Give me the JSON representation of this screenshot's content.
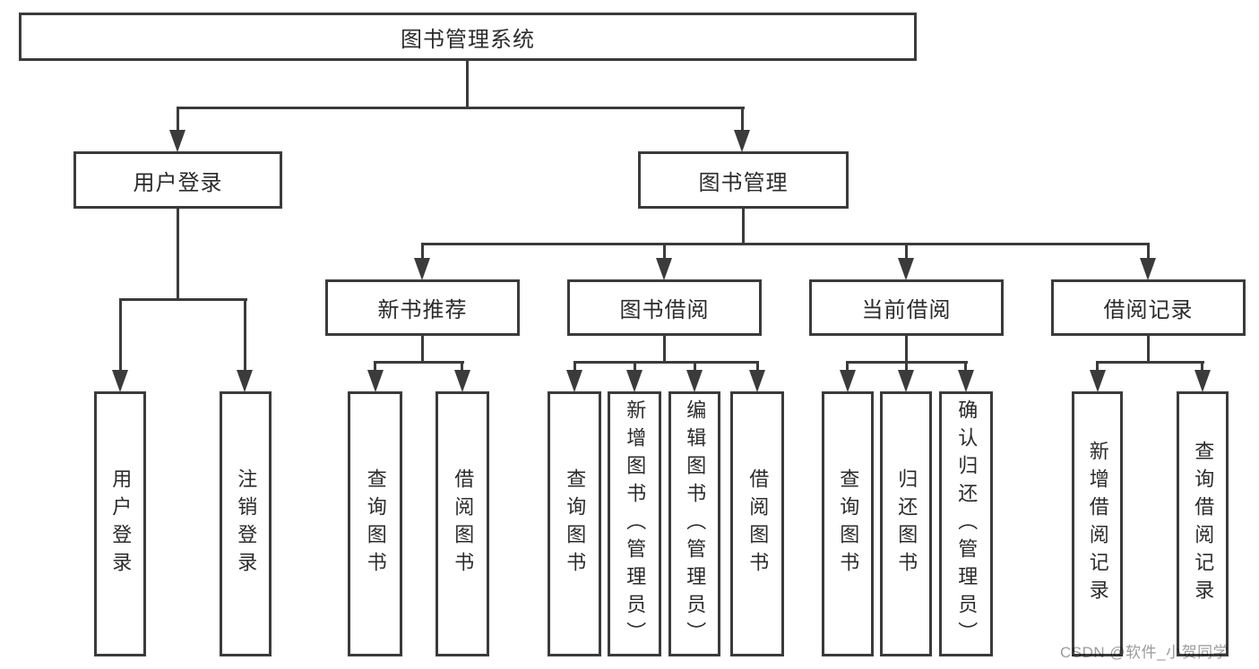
{
  "diagram": {
    "root": {
      "label": "图书管理系统"
    },
    "user_login": {
      "label": "用户登录",
      "children": [
        {
          "label": "用户登录"
        },
        {
          "label": "注销登录"
        }
      ]
    },
    "book_management": {
      "label": "图书管理",
      "sections": [
        {
          "label": "新书推荐",
          "children": [
            {
              "label": "查询图书"
            },
            {
              "label": "借阅图书"
            }
          ]
        },
        {
          "label": "图书借阅",
          "children": [
            {
              "label": "查询图书"
            },
            {
              "label": "新增图书（管理员）"
            },
            {
              "label": "编辑图书（管理员）"
            },
            {
              "label": "借阅图书"
            }
          ]
        },
        {
          "label": "当前借阅",
          "children": [
            {
              "label": "查询图书"
            },
            {
              "label": "归还图书"
            },
            {
              "label": "确认归还（管理员）"
            }
          ]
        },
        {
          "label": "借阅记录",
          "children": [
            {
              "label": "新增借阅记录"
            },
            {
              "label": "查询借阅记录"
            }
          ]
        }
      ]
    }
  },
  "watermark": {
    "text": "CSDN @软件_小贺同学"
  },
  "colors": {
    "line": "#3b3b3b",
    "text": "#2b2b2b",
    "box_bg": "#ffffff",
    "watermark": "#9b9b9b",
    "background": "#ffffff"
  }
}
